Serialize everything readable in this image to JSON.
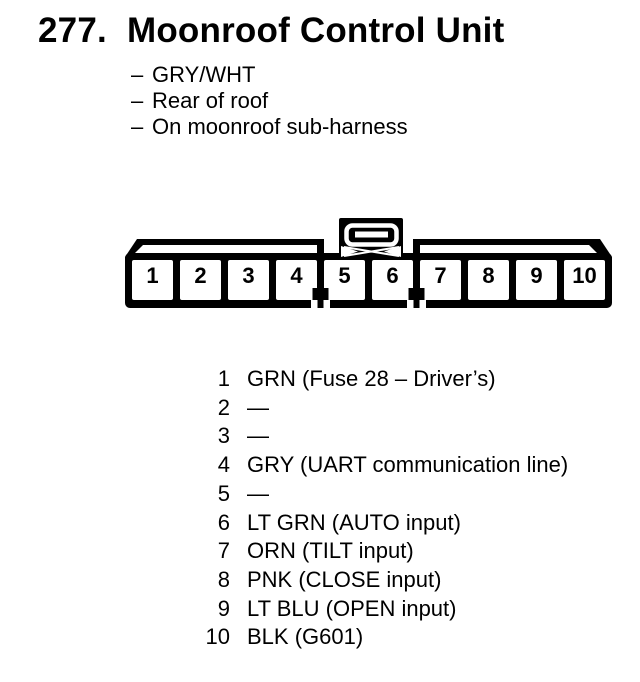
{
  "header": {
    "number": "277.",
    "title": "Moonroof Control Unit"
  },
  "notes": [
    {
      "dash": "–",
      "text": "GRY/WHT"
    },
    {
      "dash": "–",
      "text": "Rear of roof"
    },
    {
      "dash": "–",
      "text": "On moonroof sub-harness"
    }
  ],
  "connector": {
    "description": "10-pin connector, latch on top between pins 5 and 6",
    "pins": [
      "1",
      "2",
      "3",
      "4",
      "5",
      "6",
      "7",
      "8",
      "9",
      "10"
    ]
  },
  "pin_list": [
    {
      "pin": "1",
      "desc": "GRN (Fuse 28 – Driver’s)"
    },
    {
      "pin": "2",
      "desc": "—"
    },
    {
      "pin": "3",
      "desc": "—"
    },
    {
      "pin": "4",
      "desc": "GRY (UART communication line)"
    },
    {
      "pin": "5",
      "desc": "—"
    },
    {
      "pin": "6",
      "desc": "LT GRN (AUTO input)"
    },
    {
      "pin": "7",
      "desc": "ORN (TILT input)"
    },
    {
      "pin": "8",
      "desc": "PNK (CLOSE input)"
    },
    {
      "pin": "9",
      "desc": "LT BLU (OPEN input)"
    },
    {
      "pin": "10",
      "desc": "BLK (G601)"
    }
  ],
  "colors": {
    "ink": "#000000",
    "paper": "#ffffff"
  }
}
